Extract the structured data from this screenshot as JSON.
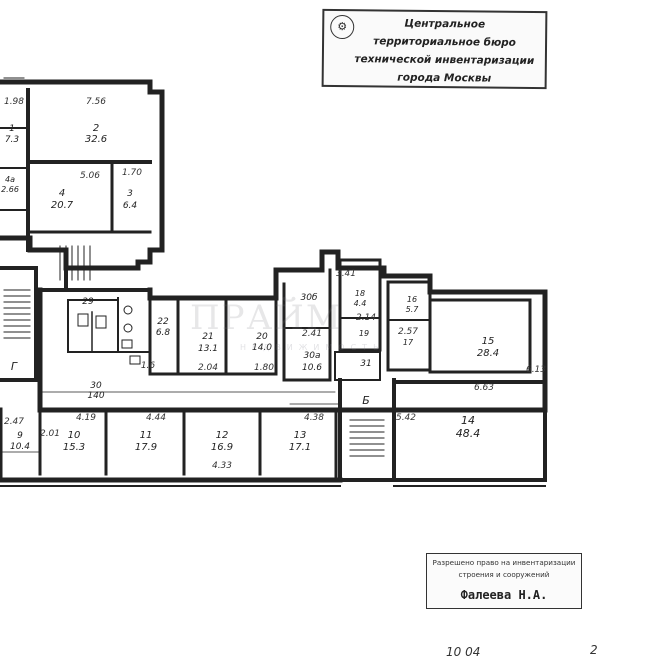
{
  "stamp_top": {
    "lines": [
      "Центральное",
      "территориальное бюро",
      "технической инвентаризации",
      "города Москвы"
    ]
  },
  "stamp_bottom": {
    "line1": "Разрешено право на инвентаризации",
    "line2": "строения и сооружений",
    "name": "Фалеева Н.А."
  },
  "watermark": {
    "main": "ПРАЙМ",
    "sub": "НЕДВИЖИМОСТЬ"
  },
  "footer": {
    "date": "10  04",
    "page": "2"
  },
  "rooms": [
    {
      "id": "1",
      "area": "7.3"
    },
    {
      "id": "2",
      "area": "32.6"
    },
    {
      "id": "4",
      "area": "20.7"
    },
    {
      "id": "3",
      "area": "6.4"
    },
    {
      "id": "4а",
      "area": "2.66"
    },
    {
      "id": "29",
      "area": ""
    },
    {
      "id": "22",
      "area": "6.8"
    },
    {
      "id": "21",
      "area": "13.1"
    },
    {
      "id": "20",
      "area": "14.0"
    },
    {
      "id": "30б",
      "area": ""
    },
    {
      "id": "18",
      "area": "4.4"
    },
    {
      "id": "19",
      "area": ""
    },
    {
      "id": "16",
      "area": "5.7"
    },
    {
      "id": "17",
      "area": ""
    },
    {
      "id": "15",
      "area": "28.4"
    },
    {
      "id": "30а",
      "area": "10.6"
    },
    {
      "id": "31",
      "area": ""
    },
    {
      "id": "30",
      "area": "140"
    },
    {
      "id": "9",
      "area": "10.4"
    },
    {
      "id": "10",
      "area": "15.3"
    },
    {
      "id": "11",
      "area": "17.9"
    },
    {
      "id": "12",
      "area": "16.9"
    },
    {
      "id": "13",
      "area": "17.1"
    },
    {
      "id": "14",
      "area": "48.4"
    }
  ],
  "stairs": [
    {
      "label": "Г"
    },
    {
      "label": "Б"
    }
  ],
  "dimensions": [
    "7.56",
    "5.06",
    "1.70",
    "1.98",
    "2.04",
    "1.80",
    "2.41",
    "2.14",
    "2.57",
    "6.63",
    "6.13",
    "4.19",
    "4.44",
    "4.38",
    "4.33",
    "5.42",
    "2.47",
    "3.41",
    "2.01",
    "1.6"
  ]
}
